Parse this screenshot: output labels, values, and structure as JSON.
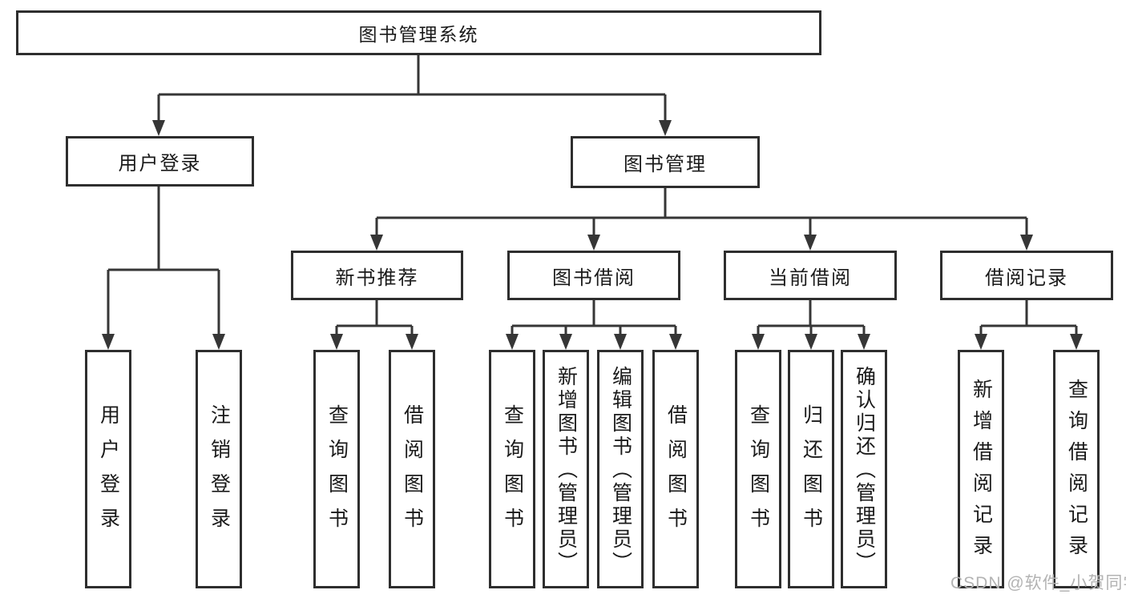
{
  "diagram": {
    "title": "图书管理系统",
    "user_login_branch": {
      "label": "用户登录",
      "children": [
        {
          "label": "用户登录"
        },
        {
          "label": "注销登录"
        }
      ]
    },
    "book_management_branch": {
      "label": "图书管理",
      "modules": [
        {
          "label": "新书推荐",
          "children": [
            {
              "label": "查询图书"
            },
            {
              "label": "借阅图书"
            }
          ]
        },
        {
          "label": "图书借阅",
          "children": [
            {
              "label": "查询图书"
            },
            {
              "label": "新增图书（管理员）"
            },
            {
              "label": "编辑图书（管理员）"
            },
            {
              "label": "借阅图书"
            }
          ]
        },
        {
          "label": "当前借阅",
          "children": [
            {
              "label": "查询图书"
            },
            {
              "label": "归还图书"
            },
            {
              "label": "确认归还（管理员）"
            }
          ]
        },
        {
          "label": "借阅记录",
          "children": [
            {
              "label": "新增借阅记录"
            },
            {
              "label": "查询借阅记录"
            }
          ]
        }
      ]
    }
  },
  "watermark": "CSDN @软件_小贺同学",
  "colors": {
    "line": "#363636",
    "box_border": "#2e2e2e",
    "text": "#1a1a1a",
    "watermark": "#b3b3b3",
    "background": "#ffffff"
  }
}
